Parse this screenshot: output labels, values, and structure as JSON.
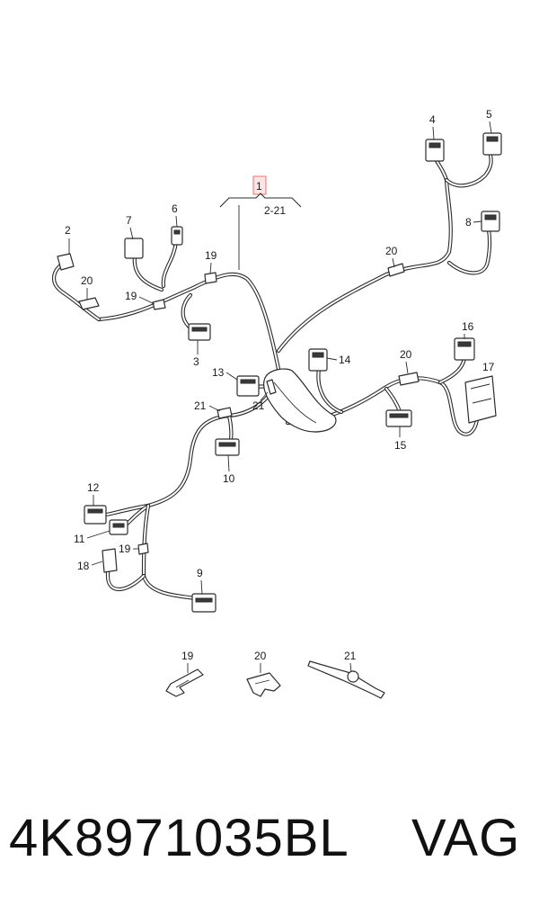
{
  "callouts": {
    "main": "1",
    "range": "2-21",
    "c2": "2",
    "c3": "3",
    "c4": "4",
    "c5": "5",
    "c6": "6",
    "c7": "7",
    "c8": "8",
    "c9": "9",
    "c10": "10",
    "c11": "11",
    "c12": "12",
    "c13": "13",
    "c14": "14",
    "c15": "15",
    "c16": "16",
    "c17": "17",
    "c18": "18",
    "c19": "19",
    "c20": "20",
    "c21": "21"
  },
  "colors": {
    "highlight_fill": "#fde4e4",
    "highlight_border": "#e57373",
    "ink": "#2b2b2b"
  },
  "footer": {
    "part_number": "4K8971035BL",
    "brand": "VAG"
  }
}
